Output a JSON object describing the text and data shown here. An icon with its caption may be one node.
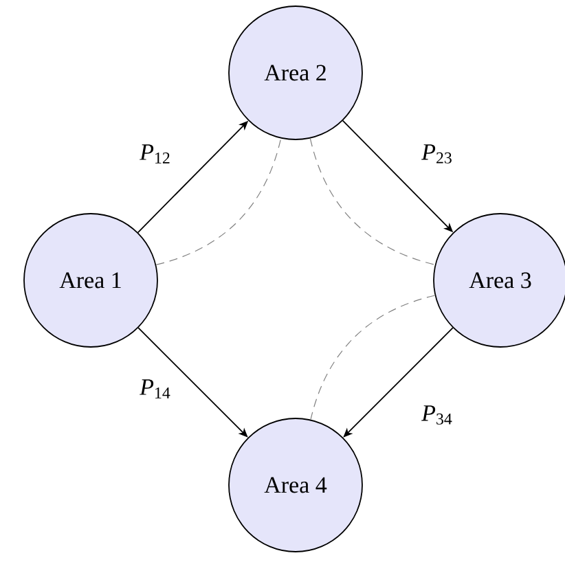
{
  "diagram": {
    "nodes": [
      {
        "text": [
          "Area 1"
        ]
      },
      {
        "text": [
          "Area 2"
        ]
      },
      {
        "text": [
          "Area 3"
        ]
      },
      {
        "text": [
          "Area 4"
        ]
      }
    ],
    "edges": [
      {
        "from": 0,
        "to": 1,
        "arrow": "to",
        "label": "*P*$_{12}$"
      },
      {
        "from": 1,
        "to": 2,
        "arrow": "to",
        "label": "*P*$_{23}$"
      },
      {
        "from": 0,
        "to": 3,
        "arrow": "to",
        "label": "*P*$_{14}$"
      },
      {
        "from": 2,
        "to": 3,
        "arrow": "to",
        "label": "*P*$_{34}$"
      },
      {
        "from": 0,
        "to": 1,
        "arrow": "none",
        "style": "dashed",
        "color": "#808080"
      },
      {
        "from": 1,
        "to": 2,
        "arrow": "none",
        "style": "dashed",
        "color": "#808080"
      },
      {
        "from": 2,
        "to": 3,
        "arrow": "none",
        "style": "dashed",
        "color": "#808080"
      }
    ]
  }
}
